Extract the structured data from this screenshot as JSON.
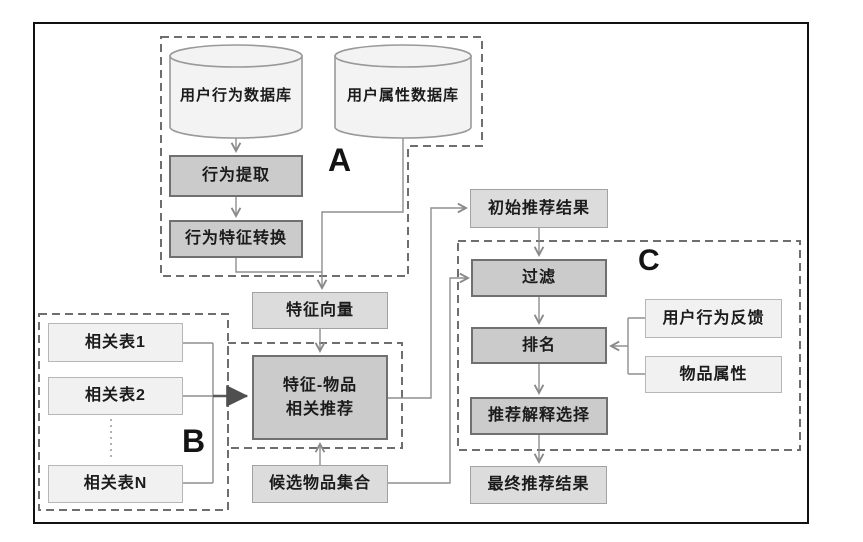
{
  "sections": {
    "a": {
      "label": "A"
    },
    "b": {
      "label": "B"
    },
    "c": {
      "label": "C"
    }
  },
  "nodes": {
    "user_behavior_db": {
      "label": "用户行为数据库",
      "type": "database"
    },
    "user_attr_db": {
      "label": "用户属性数据库",
      "type": "database"
    },
    "behavior_extract": {
      "label": "行为提取"
    },
    "behavior_feature_convert": {
      "label": "行为特征转换"
    },
    "feature_vector": {
      "label": "特征向量"
    },
    "related_table_1": {
      "label": "相关表1"
    },
    "related_table_2": {
      "label": "相关表2"
    },
    "related_table_n": {
      "label": "相关表N"
    },
    "feature_item_rec": {
      "label": "特征-物品\n相关推荐"
    },
    "candidate_items": {
      "label": "候选物品集合"
    },
    "initial_results": {
      "label": "初始推荐结果"
    },
    "filter": {
      "label": "过滤"
    },
    "ranking": {
      "label": "排名"
    },
    "explanation_select": {
      "label": "推荐解释选择"
    },
    "final_results": {
      "label": "最终推荐结果"
    },
    "user_feedback": {
      "label": "用户行为反馈"
    },
    "item_attrs": {
      "label": "物品属性"
    }
  },
  "colors": {
    "node_shaded": "#cbcbcb",
    "node_medium": "#dcdcdc",
    "node_light": "#f1f1f1",
    "line": "#8f8f8f",
    "dashed_border": "#6e6e6e",
    "frame": "#111111",
    "background": "#ffffff",
    "text": "#1b1b1b"
  }
}
